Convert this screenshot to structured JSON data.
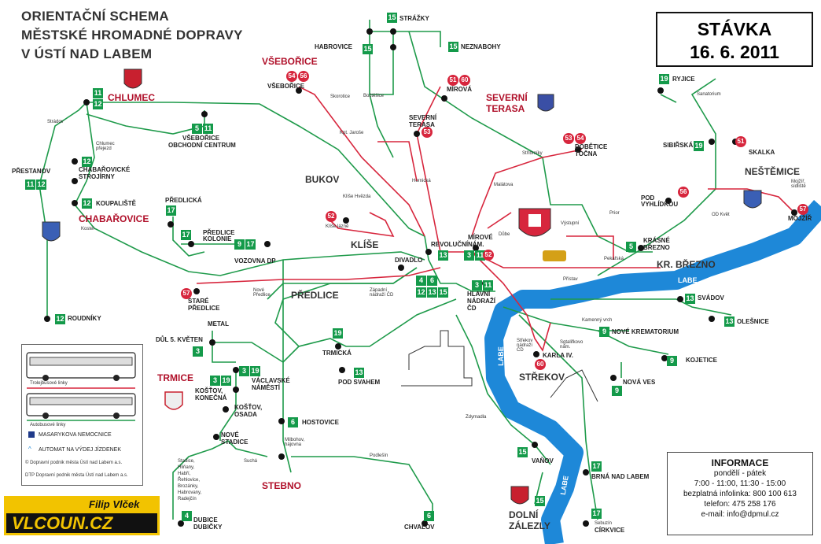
{
  "title": {
    "line1": "ORIENTAČNÍ SCHEMA",
    "line2": "MĚSTSKÉ HROMADNÉ DOPRAVY",
    "line3": "V ÚSTÍ NAD LABEM"
  },
  "strike": {
    "line1": "STÁVKA",
    "line2": "16. 6. 2011"
  },
  "districts": {
    "vseborice": "VŠEBOŘICE",
    "chlumec": "CHLUMEC",
    "severni_terasa": "SEVERNÍ",
    "severni_terasa2": "TERASA",
    "bukov": "BUKOV",
    "chabarovice": "CHABAŘOVICE",
    "klise": "KLÍŠE",
    "predlice": "PŘEDLICE",
    "neštemice": "NEŠTĚMICE",
    "kr_brezno": "KR. BŘEZNO",
    "trmice": "TRMICE",
    "strekov": "STŘEKOV",
    "stebno": "STEBNO",
    "dolni_zalezly1": "DOLNÍ",
    "dolni_zalezly2": "ZÁLEZLY"
  },
  "rivers": {
    "labe_top": "LABE",
    "labe_mid": "LABE",
    "labe_left": "LABE",
    "labe_bottom": "LABE"
  },
  "stops": {
    "strazky": "STRÁŽKY",
    "habrovice": "HABROVICE",
    "neznabohy": "NEZNABOHY",
    "vseborice_stop": "VŠEBOŘICE",
    "mirova": "MÍROVÁ",
    "ryjice": "RYJICE",
    "sanatorium": "Sanatorium",
    "vseborice_oc1": "VŠEBOŘICE",
    "vseborice_oc2": "OBCHODNÍ CENTRUM",
    "severni_terasa_stop1": "SEVERNÍ",
    "severni_terasa_stop2": "TERASA",
    "dobetice1": "DOBĚTICE",
    "dobetice2": "TOČNA",
    "sibirska": "SIBIŘSKÁ",
    "skalka": "SKALKA",
    "prestanov": "PŘESTANOV",
    "chabarovicke1": "CHABAŘOVICKÉ",
    "chabarovicke2": "STROJÍRNY",
    "koupaliste": "KOUPALIŠTĚ",
    "predlicka": "PŘEDLICKÁ",
    "predlice_kolonie1": "PŘEDLICE",
    "predlice_kolonie2": "KOLONIE",
    "vozovna": "VOZOVNA DP",
    "pod_vyhlidkou1": "POD",
    "pod_vyhlidkou2": "VYHLÍDKOU",
    "mojzir": "MOJŽÍŘ",
    "krasne_brezno1": "KRÁSNÉ",
    "krasne_brezno2": "BŘEZNO",
    "revolucni": "REVOLUČNÍ",
    "mirove_nam1": "MÍROVÉ",
    "mirove_nam2": "NÁM.",
    "divadlo": "DIVADLO",
    "stare_predlice1": "STARÉ",
    "stare_predlice2": "PŘEDLICE",
    "hlavni_nadrazi1": "HLAVNÍ",
    "hlavni_nadrazi2": "NÁDRAŽÍ",
    "hlavni_nadrazi3": "ČD",
    "svadov": "SVÁDOV",
    "olesnice": "OLEŠNICE",
    "roudniky": "ROUDNÍKY",
    "metal": "METAL",
    "dul5kveten": "DŮL 5. KVĚTEN",
    "trmicka": "TRMICKÁ",
    "nove_krematorium": "NOVÉ KREMATORIUM",
    "kojetice": "KOJETICE",
    "vaclavske1": "VÁCLAVSKÉ",
    "vaclavske2": "NÁMĚSTÍ",
    "pod_svahem": "POD SVAHEM",
    "karla_iv": "KARLA IV.",
    "nova_ves": "NOVÁ VES",
    "kostov_konecna1": "KOŠŤOV,",
    "kostov_konecna2": "KONEČNÁ",
    "kostov_osada1": "KOŠŤOV,",
    "kostov_osada2": "OSADA",
    "hostovice": "HOSTOVICE",
    "nove_stadice1": "NOVÉ",
    "nove_stadice2": "STADICE",
    "vanov": "VAŇOV",
    "brna": "BRNÁ NAD LABEM",
    "dubice1": "DUBICE",
    "dubice2": "DUBIČKY",
    "chvalov": "CHVALOV",
    "sebuzin1": "Sebuzín",
    "sebuzin2": "CÍRKVICE"
  },
  "small_labels": {
    "strádov": "Strádov",
    "chlumec_prejezd": "Chlumec přejezd",
    "kostel": "Kostel",
    "skorotice": "Skorotice",
    "bozticka": "Božtěšice",
    "kpt_jarose": "Kpt. Jaroše",
    "homicka": "Hornická",
    "malatova": "Malátova",
    "stribrniky": "Stříbrníky",
    "klise_hvezda": "Klíše Hvězda",
    "klise_lazne": "Klíše lázně",
    "dube": "Důbe",
    "vystupni": "Výstupní",
    "prior": "Prior",
    "pekarska": "Pekařská",
    "od_kvet": "OD Květ",
    "mojzir_sidliste": "Mojžíř, sídliště",
    "nove_predlice": "Nové Předlice",
    "zapadni_nadrazi": "Západní nádraží ČD",
    "prestav": "Přístav",
    "kamenny_vrch": "Kamenný vrch",
    "strekov_nadrazi": "Střekov nádraží ČD",
    "seifertova": "Sgtalifkovo nám.",
    "zdymadla": "Zdymadla",
    "milbohov": "Milbohov, hájovna",
    "sucha": "Suchá",
    "podlesin": "Podlešín",
    "stadice_list": "Stadice, Hliňany, Habří, Řehlovice, Brozánky, Habrovany, Radejčín"
  },
  "legend": {
    "trolleybus": "Trolejbusové linky",
    "bus": "Autobusové linky",
    "hospital": "MASARYKOVA NEMOCNICE",
    "ticket": "AUTOMAT NA VÝDEJ JÍZDENEK",
    "copyright1": "© Dopravní podnik města Ústí nad Labem a.s.",
    "copyright2": "DTP Dopravní podnik města Ústí nad Labem a.s."
  },
  "info": {
    "title": "INFORMACE",
    "days": "pondělí - pátek",
    "hours": "7:00 - 11:00, 11:30 - 15:00",
    "free_line": "bezplatná infolinka: 800 100 613",
    "phone": "telefon: 475 258 176",
    "email": "e-mail: info@dpmul.cz"
  },
  "brand": {
    "author": "Filip Vlček",
    "site": "VLCOUN.CZ"
  },
  "badges": {
    "strazky": [
      "15"
    ],
    "habrovice": [
      "15"
    ],
    "neznabohy": [
      "15"
    ],
    "chlumec": [
      "11",
      "12"
    ],
    "vseborice_oc": [
      "5",
      "11"
    ],
    "ryjice": [
      "19"
    ],
    "sibirska": [
      "19"
    ],
    "prestanov": [
      "11",
      "12"
    ],
    "chab_stroj": [
      "12"
    ],
    "koupaliste": [
      "12"
    ],
    "predlicka": [
      "17"
    ],
    "predlice_kol": [
      "17"
    ],
    "vozovna": [
      "9",
      "17"
    ],
    "krasne": [
      "5"
    ],
    "revolucni": [
      "13"
    ],
    "mirove": [
      "3",
      "11"
    ],
    "hub1": [
      "4",
      "6"
    ],
    "hub2": [
      "12",
      "13",
      "15"
    ],
    "hlavni": [
      "3",
      "11"
    ],
    "svadov": [
      "13"
    ],
    "olesnice": [
      "13"
    ],
    "roudniky": [
      "12"
    ],
    "dul": [
      "3"
    ],
    "trmicka": [
      "19"
    ],
    "pod_svahem": [
      "13"
    ],
    "vaclavske": [
      "3",
      "19"
    ],
    "kostov": [
      "3",
      "19"
    ],
    "krem": [
      "9"
    ],
    "kojetice": [
      "9"
    ],
    "nova_ves": [
      "9"
    ],
    "hostovice": [
      "6"
    ],
    "vanov": [
      "15"
    ],
    "brna": [
      "17"
    ],
    "dubice": [
      "4"
    ],
    "chvalov": [
      "6"
    ],
    "dolni": [
      "15"
    ],
    "sebuzin": [
      "17"
    ]
  },
  "rbadges": {
    "vseborice": [
      "54",
      "56"
    ],
    "mirova": [
      "51",
      "60"
    ],
    "sev_terasa": [
      "53"
    ],
    "dobetice": [
      "53",
      "54"
    ],
    "skalka": [
      "51"
    ],
    "vyhlidkou": [
      "56"
    ],
    "mojzir": [
      "57"
    ],
    "klise": [
      "52"
    ],
    "mirove": [
      "52"
    ],
    "stare": [
      "57"
    ],
    "karla": [
      "60"
    ]
  },
  "colors": {
    "bus": "#1e9a4a",
    "trolley": "#d7263d",
    "river": "#1e88d8",
    "stop": "#111111"
  }
}
